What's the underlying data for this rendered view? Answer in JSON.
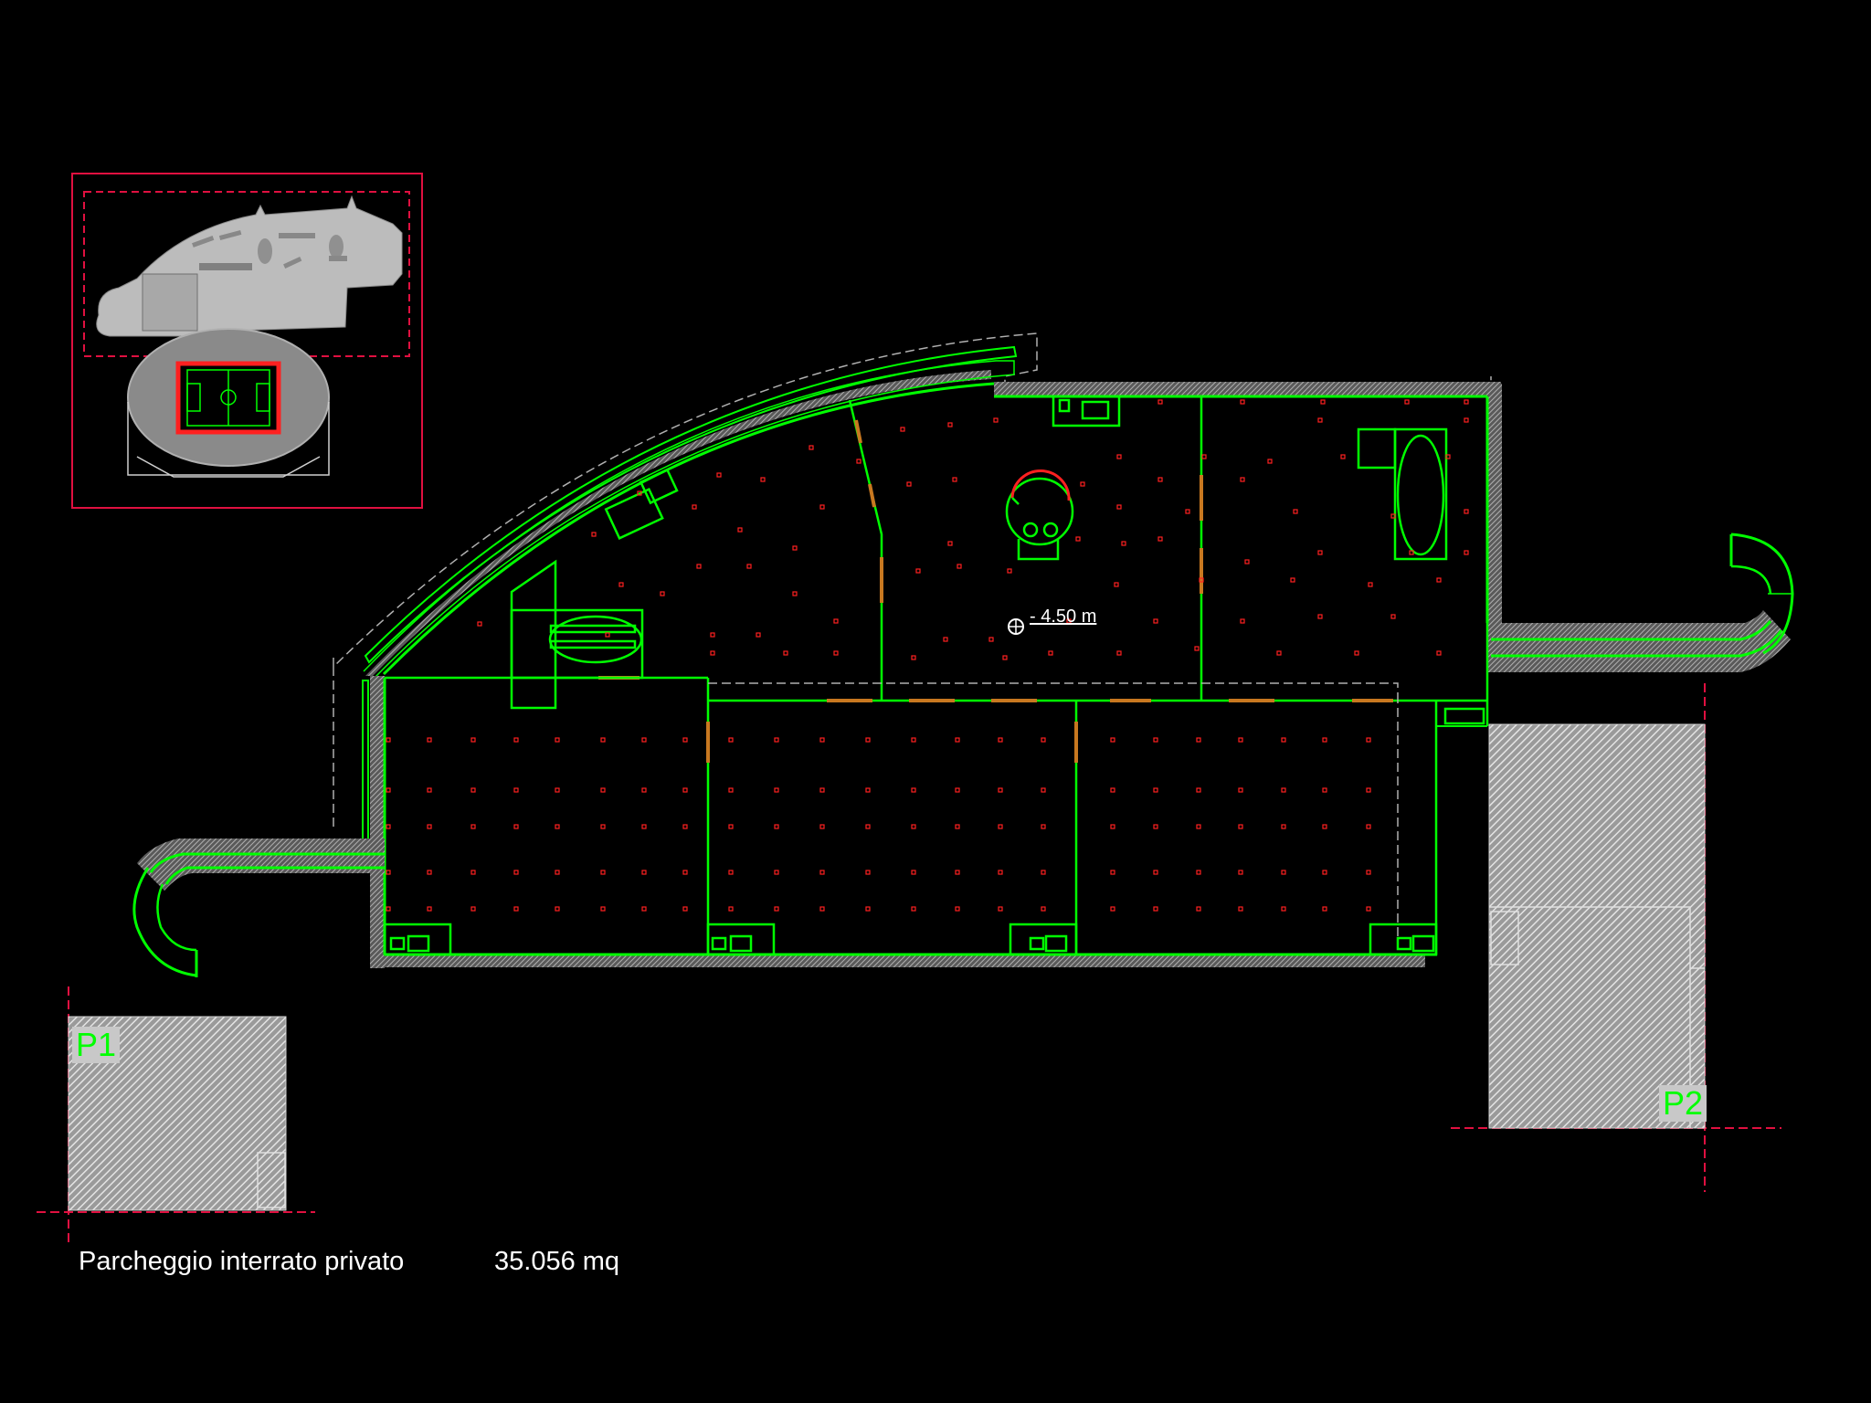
{
  "colors": {
    "background": "#000000",
    "wall": "#00ff00",
    "column": "#ff2020",
    "hatch": "#c8c8c8",
    "frame": "#e01040",
    "text": "#ffffff",
    "tag_text": "#00ff00"
  },
  "legend": {
    "label": "Parcheggio interrato privato",
    "value": "35.056 mq"
  },
  "elevation_marker": {
    "label": "- 4.50 m"
  },
  "zones": [
    {
      "id": "P1"
    },
    {
      "id": "P2"
    }
  ]
}
